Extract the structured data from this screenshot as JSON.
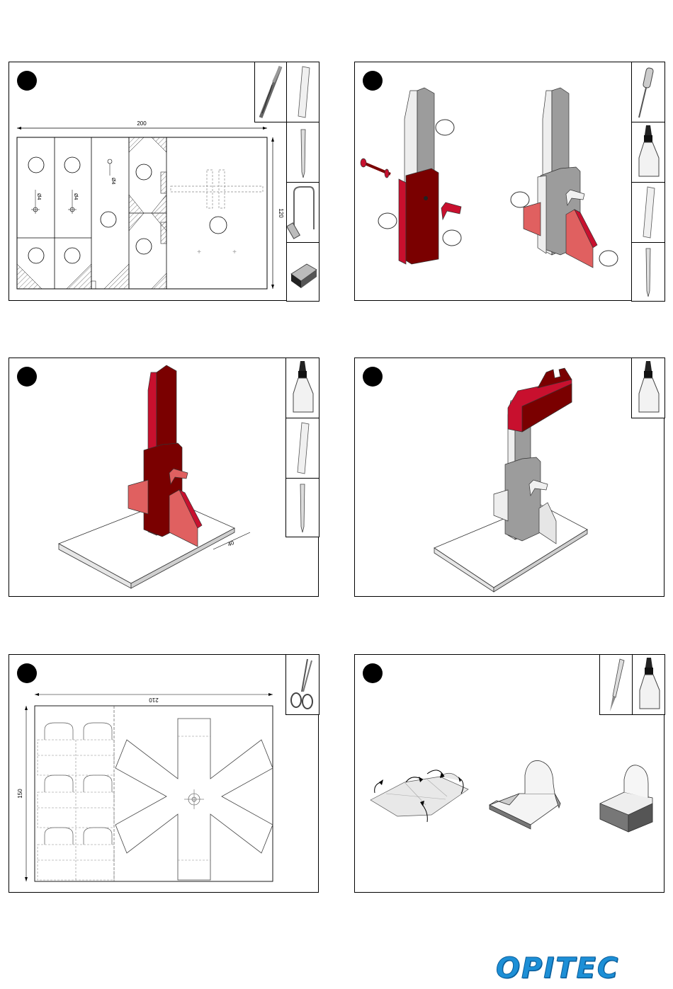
{
  "panel1": {
    "dim_width": "200",
    "dim_height": "120",
    "hole_labels": [
      "Ø4",
      "Ø4",
      "Ø4"
    ],
    "tools": [
      "drill-bit-icon",
      "wood-strip-icon",
      "pencil-icon",
      "fretsaw-icon",
      "sandpaper-block-icon"
    ]
  },
  "panel2": {
    "tools": [
      "screwdriver-icon",
      "glue-bottle-icon",
      "wood-strip-icon",
      "pencil-icon"
    ]
  },
  "panel3": {
    "dim_offset": "40",
    "tools": [
      "glue-bottle-icon",
      "wood-strip-icon",
      "pencil-icon"
    ]
  },
  "panel4": {
    "tools": [
      "glue-bottle-icon"
    ]
  },
  "panel5": {
    "dim_width": "210",
    "dim_height": "150",
    "tools": [
      "scissors-icon"
    ]
  },
  "panel6": {
    "tools": [
      "craft-knife-icon",
      "glue-bottle-icon"
    ]
  },
  "brand": {
    "logo_text": "OPITEC",
    "logo_color": "#1d8fd6"
  },
  "colors": {
    "part_red": "#c8102e",
    "part_dark_red": "#7a0000",
    "part_grey": "#9c9c9c",
    "hatch": "#777777"
  }
}
